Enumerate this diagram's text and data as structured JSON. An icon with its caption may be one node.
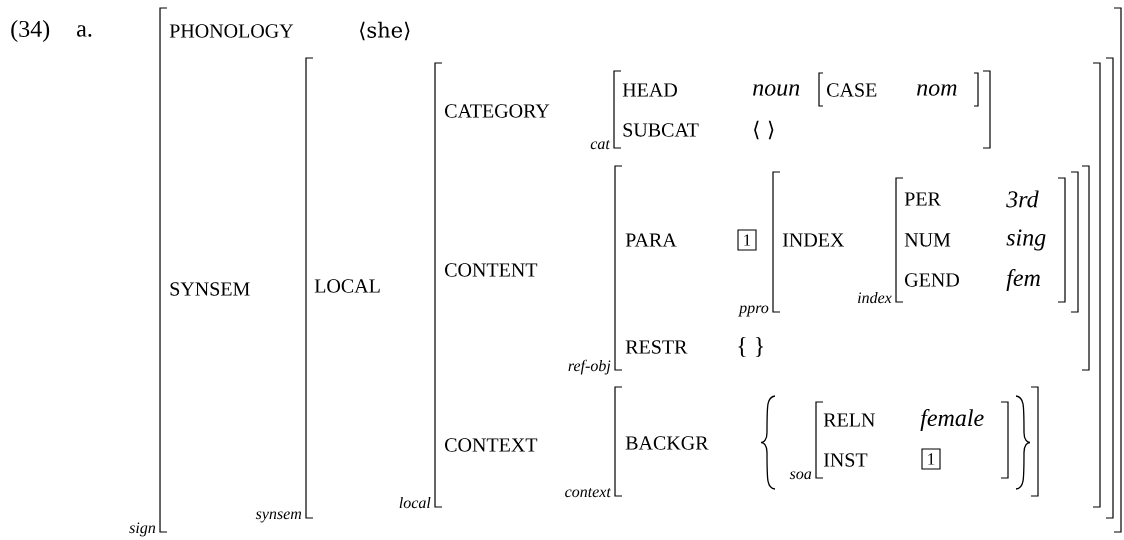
{
  "diagram": {
    "nodes": [
      {
        "text": [
          "PHONOLOGY",
          "⟨she⟩",
          "SYNSEM"
        ],
        "beside": [
          "sign"
        ]
      },
      {
        "text": [
          "LOCAL"
        ],
        "beside": [
          "synsem"
        ],
        "in": 0
      },
      {
        "text": [
          "CATEGORY",
          "CONTENT",
          "CONTEXT"
        ],
        "beside": [
          "local"
        ],
        "in": 1
      },
      {
        "text": [
          "HEAD",
          "noun",
          "SUBCAT",
          "⟨ ⟩"
        ],
        "beside": [
          "cat"
        ],
        "in": 2
      },
      {
        "text": [
          "CASE",
          "nom"
        ],
        "in": 3
      },
      {
        "text": [
          "PARA",
          "RESTR",
          "{ }"
        ],
        "beside": [
          "ref-obj"
        ],
        "in": 2
      },
      {
        "text": [
          "1"
        ],
        "in": 5
      },
      {
        "text": [
          "INDEX"
        ],
        "beside": [
          "ppro"
        ],
        "in": 5
      },
      {
        "text": [
          "PER",
          "3rd",
          "NUM",
          "sing",
          "GEND",
          "fem"
        ],
        "beside": [
          "index"
        ],
        "in": 7
      },
      {
        "text": [
          "BACKGR"
        ],
        "beside": [
          "context"
        ],
        "in": 2
      },
      {
        "text": [
          "RELN",
          "female",
          "INST"
        ],
        "beside": [
          "soa"
        ],
        "in": 9
      },
      {
        "text": [
          "1"
        ],
        "in": 10
      }
    ],
    "labels": [
      "(34)",
      "a."
    ]
  }
}
